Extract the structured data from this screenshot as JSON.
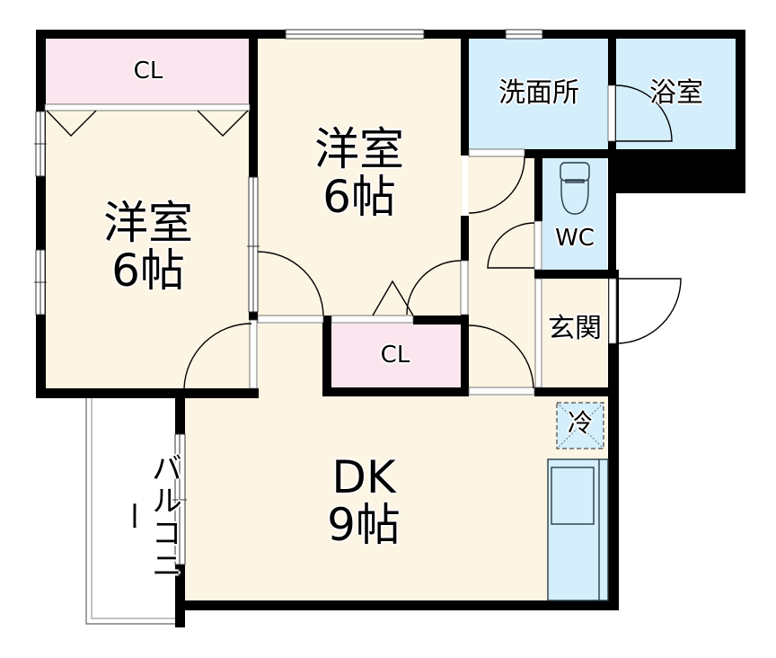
{
  "floor_plan": {
    "layout": "2DK",
    "colors": {
      "wall": "#000000",
      "living_floor": "#fdf5e3",
      "closet": "#fbe6ef",
      "wet_area": "#d4eefb",
      "balcony": "#ffffff",
      "window": "#ffffff",
      "fixture_outline": "#2a3a44"
    },
    "rooms": [
      {
        "id": "western-room-left",
        "name": "洋室",
        "size": "6帖"
      },
      {
        "id": "western-room-center",
        "name": "洋室",
        "size": "6帖"
      },
      {
        "id": "closet-top-left",
        "name": "CL"
      },
      {
        "id": "closet-center",
        "name": "CL"
      },
      {
        "id": "washroom",
        "name": "洗面所"
      },
      {
        "id": "bathroom",
        "name": "浴室"
      },
      {
        "id": "toilet",
        "name": "WC"
      },
      {
        "id": "entrance",
        "name": "玄関"
      },
      {
        "id": "dining-kitchen",
        "name": "DK",
        "size": "9帖"
      },
      {
        "id": "refrigerator-space",
        "name": "冷"
      },
      {
        "id": "balcony",
        "name": "バルコニー"
      }
    ]
  }
}
